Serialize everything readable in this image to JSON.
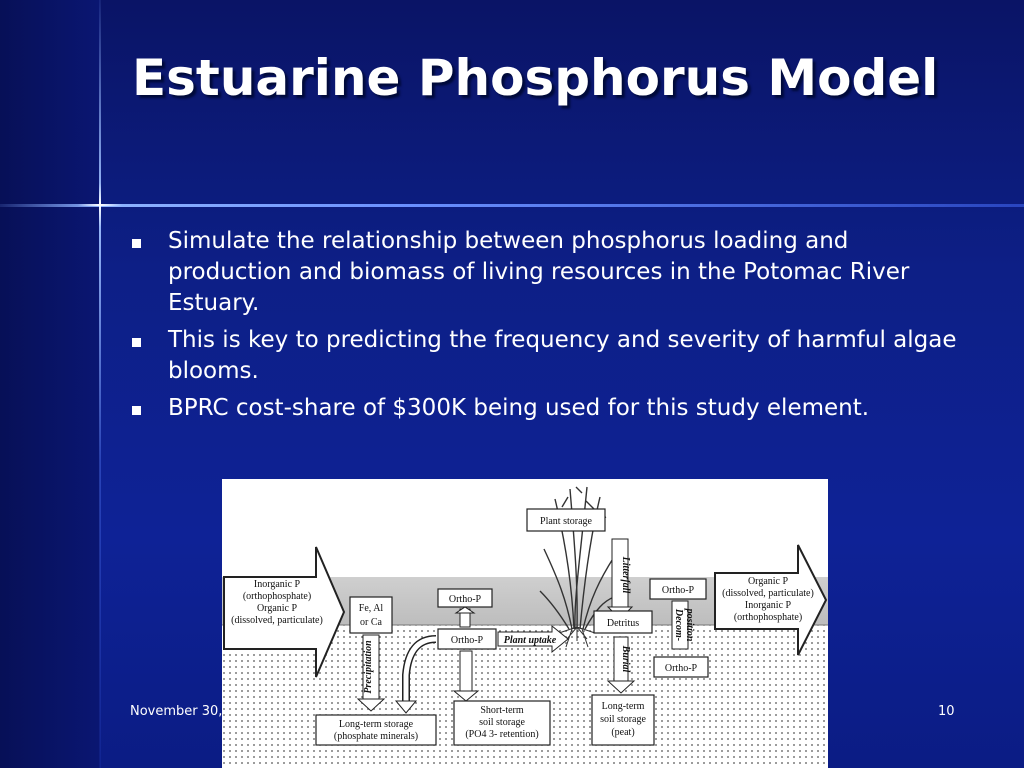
{
  "slide": {
    "title": "Estuarine Phosphorus Model",
    "bullets": [
      "Simulate the relationship between phosphorus loading and production and biomass of living resources in the Potomac River Estuary.",
      "This is key to predicting the frequency and severity of harmful algae blooms.",
      "BPRC cost-share of $300K being used for this study element."
    ],
    "footer_date": "November 30,",
    "page_number": "10"
  },
  "diagram": {
    "inflow_lines": [
      "Inorganic P",
      "(orthophosphate)",
      "Organic P",
      "(dissolved, particulate)"
    ],
    "outflow_lines": [
      "Organic P",
      "(dissolved, particulate)",
      "Inorganic P",
      "(orthophosphate)"
    ],
    "plant_storage": "Plant storage",
    "fe_al_ca_lines": [
      "Fe, Al",
      "or Ca"
    ],
    "ortho_p": "Ortho-P",
    "detritus": "Detritus",
    "litterfall": "Litterfall",
    "decomposition_lines": [
      "Decom-",
      "position"
    ],
    "precipitation": "Precipitation",
    "plant_uptake": "Plant uptake",
    "burial": "Burial",
    "long_term_mineral_lines": [
      "Long-term storage",
      "(phosphate minerals)"
    ],
    "short_term_soil_lines": [
      "Short-term",
      "soil storage",
      "(PO4 3- retention)"
    ],
    "long_term_peat_lines": [
      "Long-term",
      "soil storage",
      "(peat)"
    ]
  },
  "colors": {
    "background": "#0b1a78",
    "text": "#ffffff",
    "accent_line": "#8fb4ff"
  }
}
